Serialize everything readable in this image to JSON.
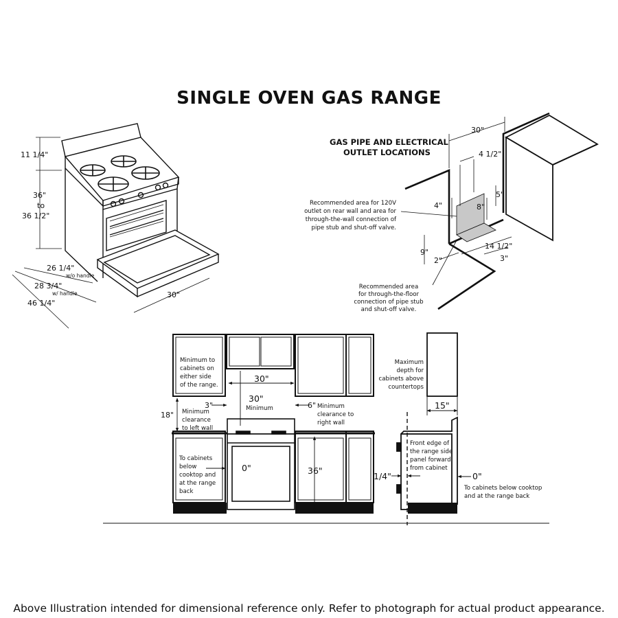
{
  "title": "SINGLE OVEN GAS RANGE",
  "footer": "Above Illustration intended for dimensional reference only. Refer to photograph for actual product appearance.",
  "range_view": {
    "height_backguard": "11 1/4\"",
    "height_cooktop_1": "36\"",
    "height_cooktop_2": "to",
    "height_cooktop_3": "36 1/2\"",
    "depth_wo_handle": "26 1/4\"",
    "depth_wo_handle_note": "w/o handle",
    "depth_w_handle": "28 3/4\"",
    "depth_w_handle_note": "w/ handle",
    "depth_door_open": "46 1/4\"",
    "width": "30\""
  },
  "gas_pipe": {
    "heading_1": "GAS PIPE AND ELECTRICAL",
    "heading_2": "OUTLET LOCATIONS",
    "dim_30": "30\"",
    "dim_4_1_2": "4 1/2\"",
    "dim_4": "4\"",
    "dim_5": "5\"",
    "dim_8": "8\"",
    "dim_9": "9\"",
    "dim_2": "2\"",
    "dim_14_1_2": "14 1/2\"",
    "dim_3": "3\"",
    "wall_note": [
      "Recommended area for 120V",
      "outlet on rear wall and area for",
      "through-the-wall connection of",
      "pipe stub and shut-off valve."
    ],
    "floor_note": [
      "Recommended area",
      "for through-the-floor",
      "connection of pipe stub",
      "and shut-off valve."
    ]
  },
  "front_view": {
    "cab_note": [
      "Minimum to",
      "cabinets on",
      "either side",
      "of the range."
    ],
    "dim_30_top": "30\"",
    "dim_30_min": "30\"",
    "min_label": "Minimum",
    "dim_3": "3\"",
    "dim_6": "6\"",
    "right_wall_note": [
      "Minimum",
      "clearance to",
      "right wall"
    ],
    "left_wall_note": [
      "Minimum",
      "clearance",
      "to left wall"
    ],
    "dim_18": "18\"",
    "below_note": [
      "To cabinets",
      "below",
      "cooktop and",
      "at the range",
      "back"
    ],
    "dim_0": "0\"",
    "dim_36": "36\""
  },
  "side_view": {
    "depth_note": [
      "Maximum",
      "depth for",
      "cabinets above",
      "countertops"
    ],
    "dim_15": "15\"",
    "front_edge_note": [
      "Front edge of",
      "the range side",
      "panel forward",
      "from cabinet"
    ],
    "dim_1_4": "1/4\"",
    "dim_0": "0\"",
    "below_note": [
      "To cabinets below cooktop",
      "and at the range back"
    ]
  }
}
